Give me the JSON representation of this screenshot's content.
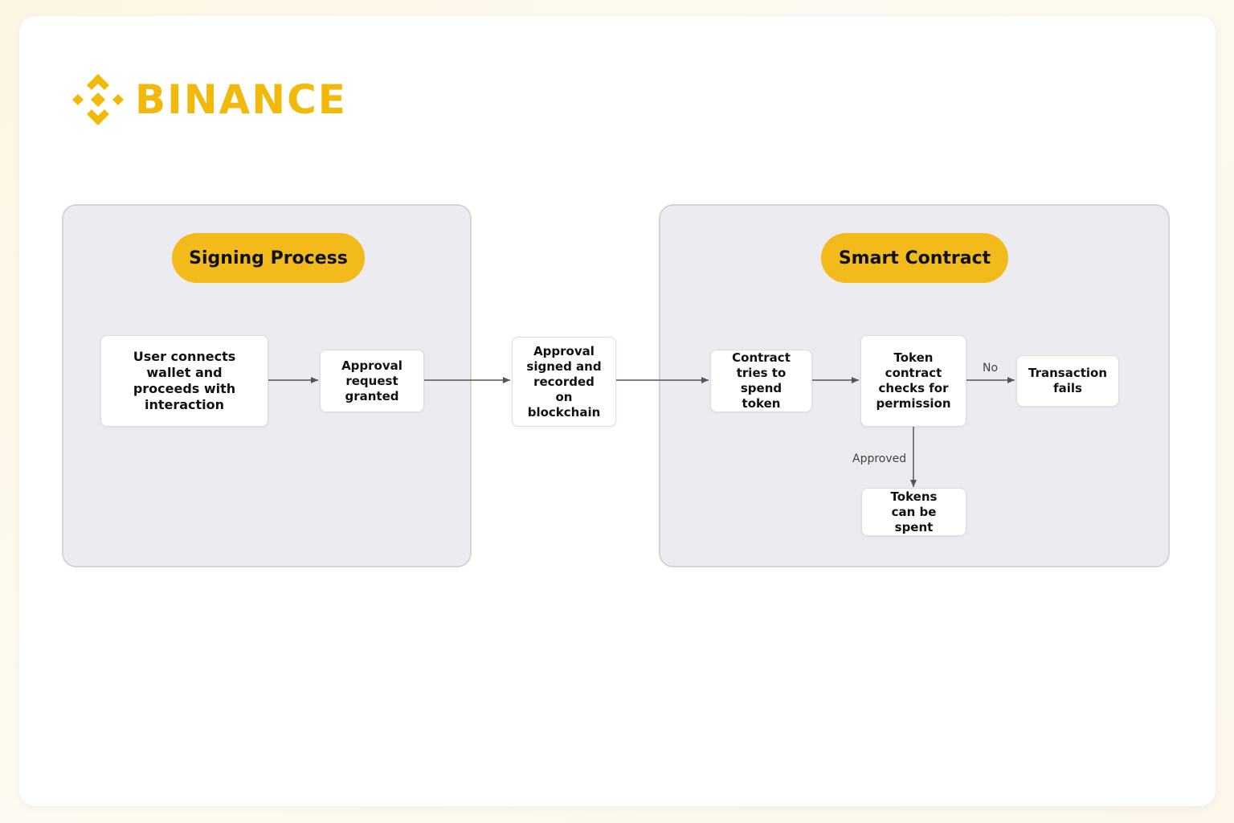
{
  "brand": {
    "name": "BINANCE",
    "color": "#F0B90B"
  },
  "groups": {
    "signing": {
      "title": "Signing Process"
    },
    "contract": {
      "title": "Smart Contract"
    }
  },
  "nodes": {
    "user_connects": "User connects wallet and proceeds with interaction",
    "approval_request": "Approval request granted",
    "approval_signed": "Approval signed and recorded on blockchain",
    "contract_tries": "Contract tries to spend token",
    "token_checks": "Token contract checks for permission",
    "transaction_fails": "Transaction fails",
    "tokens_spent": "Tokens can be spent"
  },
  "edges": {
    "no_label": "No",
    "approved_label": "Approved"
  },
  "colors": {
    "accent": "#F3BA1C",
    "group_bg": "#ececf0",
    "arrow": "#555555"
  }
}
